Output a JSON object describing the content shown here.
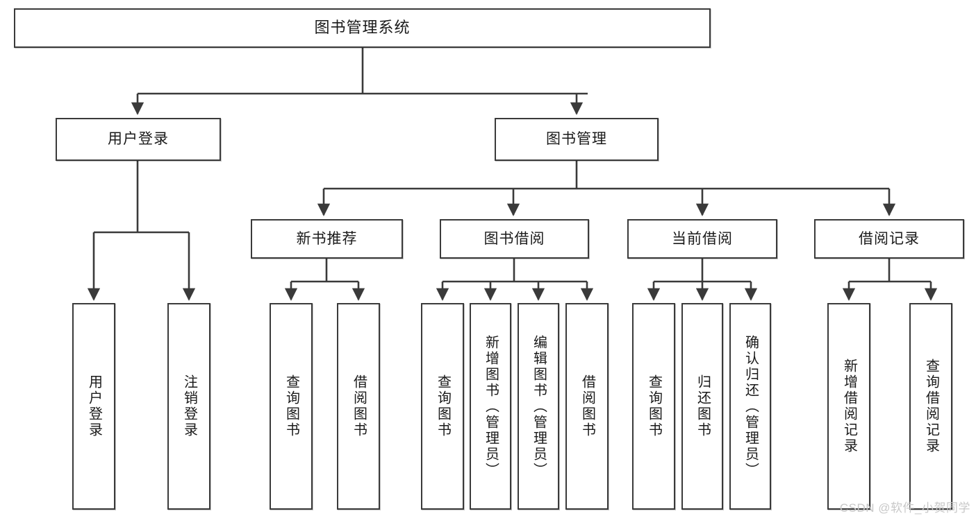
{
  "diagram": {
    "title": "图书管理系统",
    "type": "tree-hierarchy",
    "root": {
      "label": "图书管理系统"
    },
    "level2": [
      {
        "label": "用户登录"
      },
      {
        "label": "图书管理"
      }
    ],
    "level3": [
      {
        "label": "新书推荐"
      },
      {
        "label": "图书借阅"
      },
      {
        "label": "当前借阅"
      },
      {
        "label": "借阅记录"
      }
    ],
    "leaves": {
      "user_login": [
        {
          "label": "用户登录"
        },
        {
          "label": "注销登录"
        }
      ],
      "new_book_recommend": [
        {
          "label": "查询图书"
        },
        {
          "label": "借阅图书"
        }
      ],
      "book_borrow": [
        {
          "label": "查询图书"
        },
        {
          "label": "新增图书（管理员）"
        },
        {
          "label": "编辑图书（管理员）"
        },
        {
          "label": "借阅图书"
        }
      ],
      "current_borrow": [
        {
          "label": "查询图书"
        },
        {
          "label": "归还图书"
        },
        {
          "label": "确认归还（管理员）"
        }
      ],
      "borrow_record": [
        {
          "label": "新增借阅记录"
        },
        {
          "label": "查询借阅记录"
        }
      ]
    }
  },
  "watermark": {
    "text": "CSDN @软件_小贺同学"
  },
  "colors": {
    "stroke": "#3a3a3a",
    "fill": "#ffffff",
    "text": "#1a1a1a",
    "watermark": "#c8c8c8"
  }
}
